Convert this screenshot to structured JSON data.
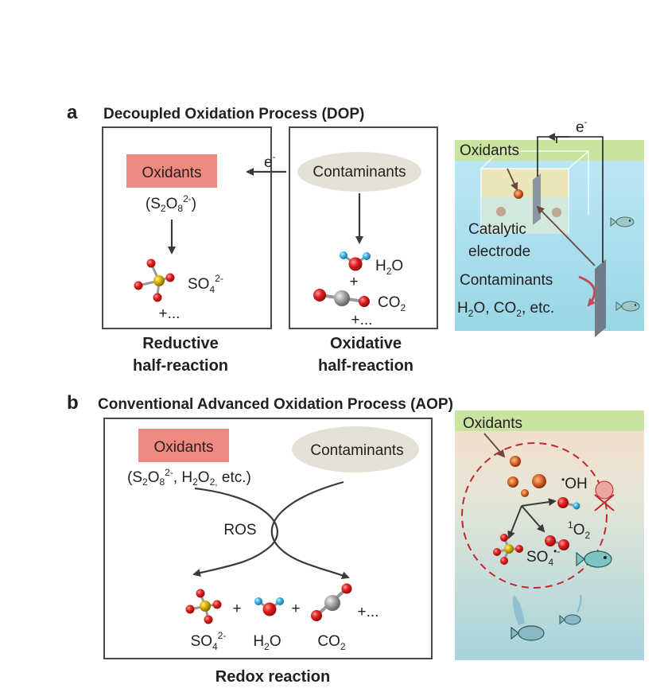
{
  "panel_a": {
    "letter": "a",
    "title": "Decoupled Oxidation Process (DOP)",
    "reductive": {
      "oxidants": "Oxidants",
      "formula_open": "(S",
      "formula_sub1": "2",
      "formula_mid": "O",
      "formula_sub2": "8",
      "formula_sup": "2-",
      "formula_close": ")",
      "product_main": "SO",
      "product_sub": "4",
      "product_sup": "2-",
      "plus_more": "+...",
      "caption_line1": "Reductive",
      "caption_line2": "half-reaction"
    },
    "electron_label": "e",
    "electron_sup": "-",
    "oxidative": {
      "contaminants": "Contaminants",
      "water_main": "H",
      "water_sub": "2",
      "water_end": "O",
      "plus": "+",
      "co2_main": "CO",
      "co2_sub": "2",
      "plus_more": "+...",
      "caption_line1": "Oxidative",
      "caption_line2": "half-reaction"
    },
    "scene": {
      "electron_label": "e",
      "electron_sup": "-",
      "oxidants": "Oxidants",
      "catalytic": "Catalytic",
      "electrode": "electrode",
      "contaminants": "Contaminants",
      "products_a": "H",
      "products_sub1": "2",
      "products_b": "O, CO",
      "products_sub2": "2",
      "products_c": ", etc."
    }
  },
  "panel_b": {
    "letter": "b",
    "title": "Conventional Advanced Oxidation Process (AOP)",
    "oxidants": "Oxidants",
    "oxidant_list_a": "(S",
    "oxidant_list_sub1": "2",
    "oxidant_list_b": "O",
    "oxidant_list_sub2": "8",
    "oxidant_list_sup": "2-",
    "oxidant_list_c": ", H",
    "oxidant_list_sub3": "2",
    "oxidant_list_d": "O",
    "oxidant_list_sub4": "2,",
    "oxidant_list_e": " etc.)",
    "contaminants": "Contaminants",
    "ros": "ROS",
    "plus1": "+",
    "plus2": "+",
    "plus_more": "+...",
    "sulfate_main": "SO",
    "sulfate_sub": "4",
    "sulfate_sup": "2-",
    "water_main": "H",
    "water_sub": "2",
    "water_end": "O",
    "co2_main": "CO",
    "co2_sub": "2",
    "caption": "Redox reaction",
    "scene": {
      "oxidants": "Oxidants",
      "hydroxyl_dot": "•",
      "hydroxyl": "OH",
      "singlet_sup": "1",
      "singlet_main": "O",
      "singlet_sub": "2",
      "sulfate_radical": "SO",
      "sulfate_radical_sub": "4",
      "sulfate_radical_sup": "•-"
    }
  },
  "colors": {
    "oxidant_box": "#f08a80",
    "contaminant_ellipse": "#e6e1d6",
    "oxygen_atom": "#e02020",
    "sulfur_atom": "#d6b400",
    "hydrogen_atom": "#3ab4e6",
    "carbon_atom": "#a8a8a8",
    "water_top": "#bfe8f4",
    "water_bottom": "#9fd1dc",
    "grass": "#c8e4a0",
    "dashed_circle": "#c0282c"
  }
}
